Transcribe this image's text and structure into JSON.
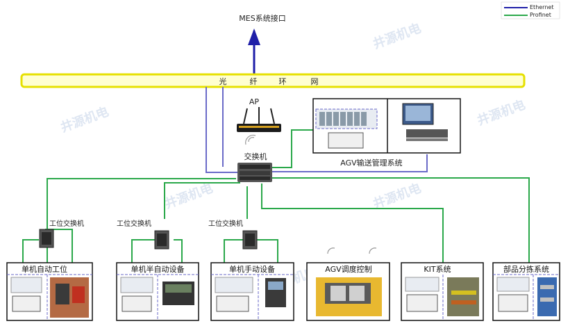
{
  "legend": {
    "ethernet": "Ethernet",
    "profinet": "Profinet"
  },
  "top_label": "MES系统接口",
  "ring_chars": [
    "光",
    "纤",
    "环",
    "网"
  ],
  "ap_label": "AP",
  "core_switch_label": "交换机",
  "agv_transport_label": "AGV输送管理系统",
  "station_switches": [
    "工位交换机",
    "工位交换机",
    "工位交换机"
  ],
  "stations": [
    "单机自动工位",
    "单机半自动设备",
    "单机手动设备",
    "AGV调度控制",
    "KIT系统",
    "部品分拣系统"
  ],
  "watermark": "井源机电",
  "colors": {
    "ethernet": "#1f1fa8",
    "ethernet_secondary": "#6a6ac8",
    "profinet": "#2aa84a",
    "ring_fill": "#ffffd0",
    "ring_border": "#e6e000"
  }
}
